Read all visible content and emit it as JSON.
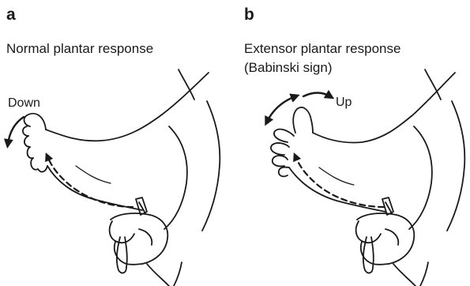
{
  "panels": [
    {
      "letter": "a",
      "caption_lines": [
        "Normal plantar response"
      ],
      "direction_label": "Down",
      "icons": [
        "foot-illustration",
        "hand-illustration",
        "reflex-hammer-icon",
        "stroke-path-arrow",
        "toe-flexion-arrow"
      ]
    },
    {
      "letter": "b",
      "caption_lines": [
        "Extensor plantar response",
        "(Babinski sign)"
      ],
      "direction_label": "Up",
      "icons": [
        "foot-illustration",
        "hand-illustration",
        "reflex-hammer-icon",
        "stroke-path-arrow",
        "toe-extension-arrow",
        "toe-fanning-arrow"
      ]
    }
  ],
  "colors": {
    "ink": "#1a1a1a",
    "background": "#ffffff"
  }
}
